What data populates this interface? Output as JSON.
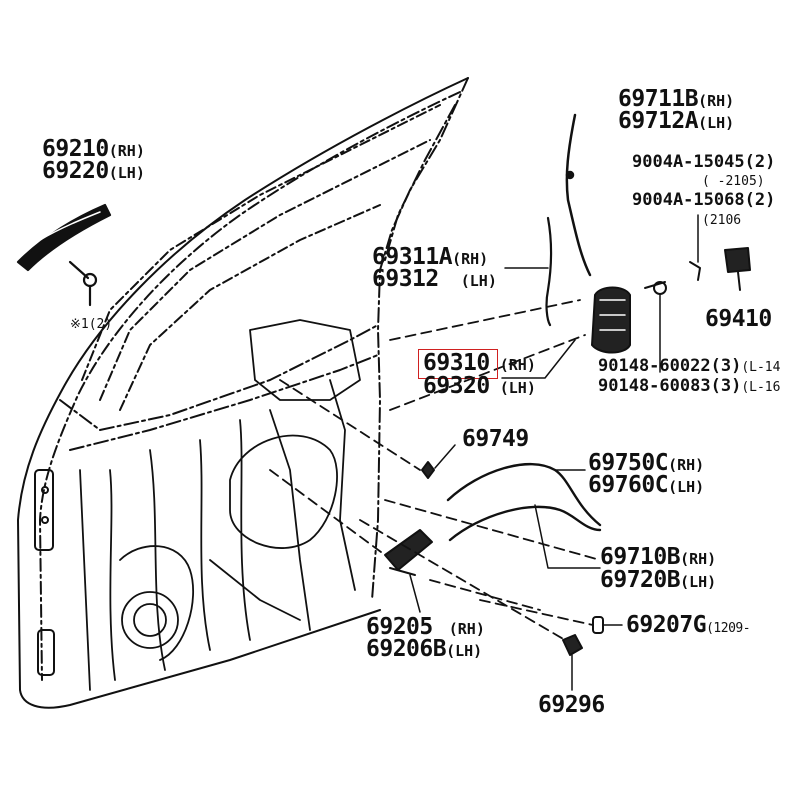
{
  "diagram": {
    "highlight_color": "#d02020",
    "line_color": "#111111",
    "labels": {
      "p69210": "69210",
      "p69210_side": "(RH)",
      "p69220": "69220",
      "p69220_side": "(LH)",
      "note_bolt": "※1(2)",
      "p69711b": "69711B",
      "p69711b_side": "(RH)",
      "p69712a": "69712A",
      "p69712a_side": "(LH)",
      "p9004a_1": "9004A-15045",
      "p9004a_1_qty": "(2)",
      "p9004a_1_note": "( -2105)",
      "p9004a_2": "9004A-15068",
      "p9004a_2_qty": "(2)",
      "p9004a_2_note": "(2106",
      "p69311a": "69311A",
      "p69311a_side": "(RH)",
      "p69312": "69312",
      "p69312_side": "(LH)",
      "p69410": "69410",
      "p69310": "69310",
      "p69310_side": "(RH)",
      "p69320": "69320",
      "p69320_side": "(LH)",
      "p90148_1": "90148-60022",
      "p90148_1_qty": "(3)",
      "p90148_1_note": "(L-14",
      "p90148_2": "90148-60083",
      "p90148_2_qty": "(3)",
      "p90148_2_note": "(L-16",
      "p69749": "69749",
      "p69750c": "69750C",
      "p69750c_side": "(RH)",
      "p69760c": "69760C",
      "p69760c_side": "(LH)",
      "p69710b": "69710B",
      "p69710b_side": "(RH)",
      "p69720b": "69720B",
      "p69720b_side": "(LH)",
      "p69205": "69205",
      "p69205_side": "(RH)",
      "p69206b": "69206B",
      "p69206b_side": "(LH)",
      "p69207g": "69207G",
      "p69207g_note": "(1209-",
      "p69296": "69296"
    }
  }
}
